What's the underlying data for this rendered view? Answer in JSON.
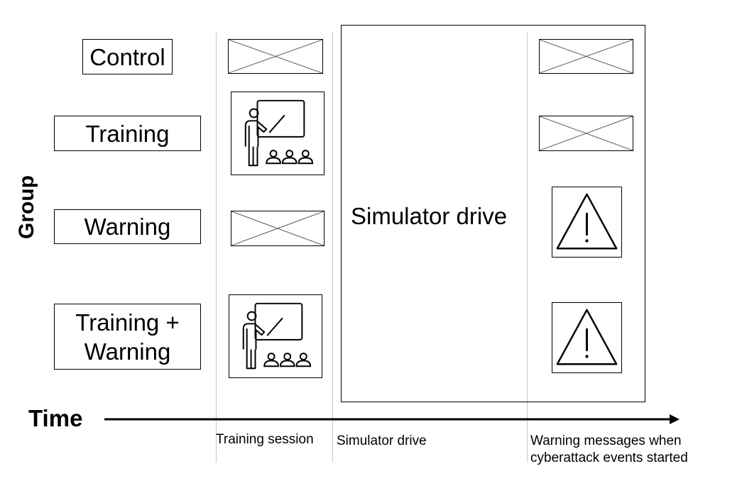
{
  "axis": {
    "group_label": "Group",
    "time_label": "Time"
  },
  "groups": [
    {
      "label": "Control",
      "training": "none",
      "warning": "none"
    },
    {
      "label": "Training",
      "training": "presentation-icon",
      "warning": "none"
    },
    {
      "label": "Warning",
      "training": "none",
      "warning": "warning-icon"
    },
    {
      "label": "Training + Warning",
      "line1": "Training +",
      "line2": "Warning",
      "training": "presentation-icon",
      "warning": "warning-icon"
    }
  ],
  "simulator": {
    "label": "Simulator drive"
  },
  "phases": {
    "training": "Training session",
    "simulator": "Simulator drive",
    "warning_line1": "Warning messages when",
    "warning_line2": "cyberattack events started"
  }
}
